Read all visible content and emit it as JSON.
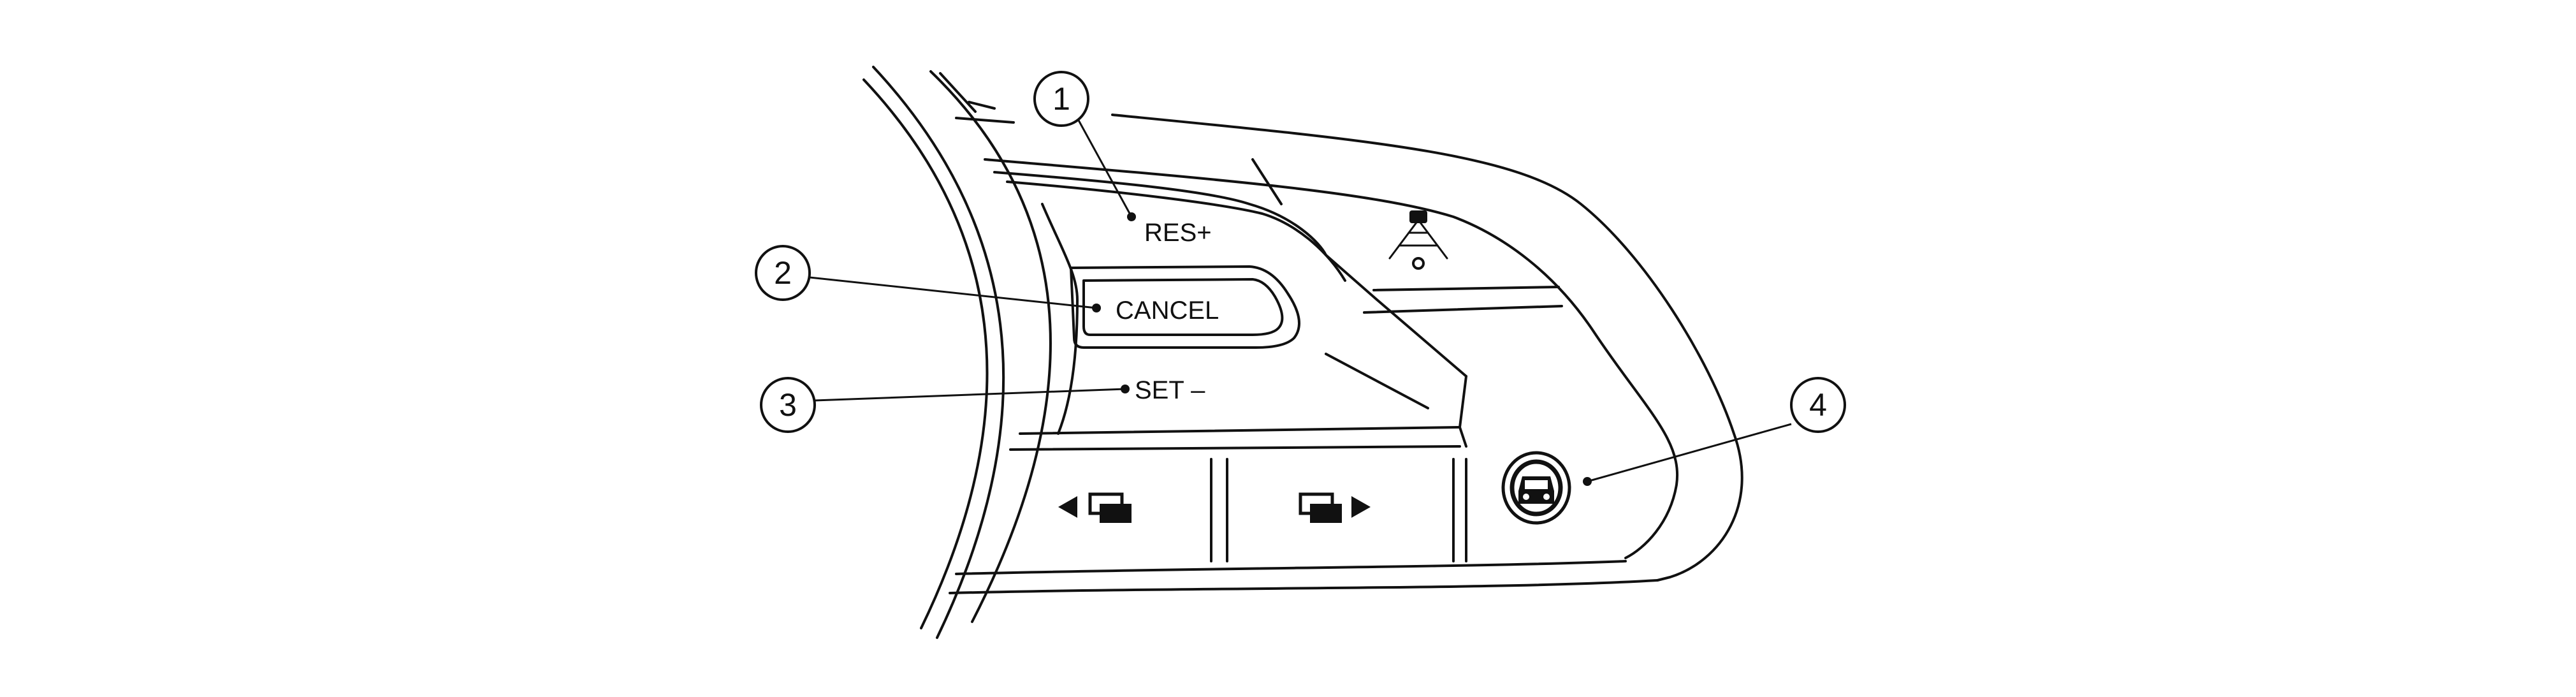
{
  "labels": {
    "res_plus": "RES+",
    "cancel": "CANCEL",
    "set_minus": "SET –"
  },
  "callouts": [
    "1",
    "2",
    "3",
    "4"
  ],
  "icons": {
    "distance_icon": "vehicle-distance-icon",
    "prev_icon": "left-arrow-display-icon",
    "next_icon": "display-right-arrow-icon",
    "cruise_icon": "cruise-main-switch-icon"
  }
}
